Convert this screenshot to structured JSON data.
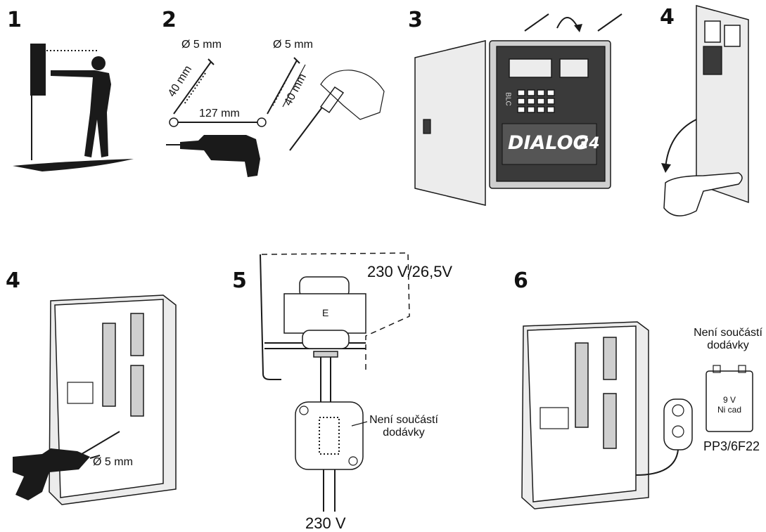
{
  "steps": {
    "s1": "1",
    "s2": "2",
    "s3": "3",
    "s4a": "4",
    "s4b": "4",
    "s5": "5",
    "s6": "6"
  },
  "step2": {
    "diameter_left": "Ø 5 mm",
    "diameter_right": "Ø 5 mm",
    "depth_left": "40 mm",
    "depth_right": "40 mm",
    "spacing": "127 mm"
  },
  "step3": {
    "brand_word": "DIALOG",
    "brand_number": "24",
    "maker_logo": "BLC"
  },
  "step4b": {
    "diameter": "Ø 5 mm"
  },
  "step5": {
    "transformer_rating": "230 V/26,5V",
    "transformer_letter": "E",
    "not_included_line1": "Není součástí",
    "not_included_line2": "dodávky",
    "mains_voltage": "230 V"
  },
  "step6": {
    "not_included_line1": "Není součástí",
    "not_included_line2": "dodávky",
    "battery_voltage": "9 V",
    "battery_type": "Ni cad",
    "battery_model": "PP3/6F22"
  }
}
